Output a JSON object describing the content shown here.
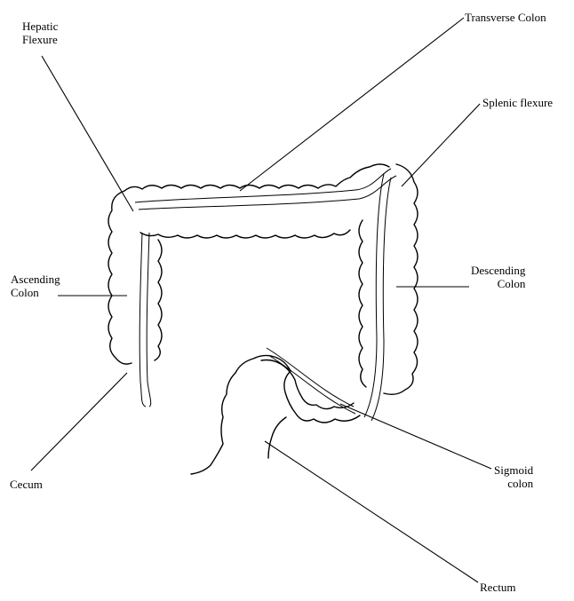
{
  "labels": {
    "hepatic_flexure": [
      "Hepatic",
      "Flexure"
    ],
    "transverse_colon": "Transverse Colon",
    "splenic_flexure": "Splenic flexure",
    "ascending_colon": [
      "Ascending",
      "Colon"
    ],
    "descending_colon": [
      "Descending",
      "Colon"
    ],
    "cecum": "Cecum",
    "sigmoid_colon": [
      "Sigmoid",
      "colon"
    ],
    "rectum": "Rectum"
  },
  "colors": {
    "line": "#000000",
    "background": "#ffffff"
  }
}
